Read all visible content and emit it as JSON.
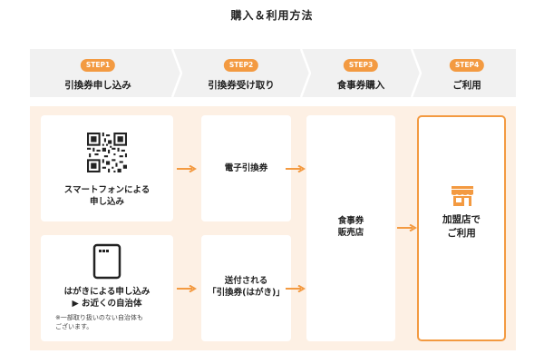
{
  "page_title": "購入＆利用方法",
  "steps": [
    {
      "badge": "STEP1",
      "label": "引換券申し込み"
    },
    {
      "badge": "STEP2",
      "label": "引換券受け取り"
    },
    {
      "badge": "STEP3",
      "label": "食事券購入"
    },
    {
      "badge": "STEP4",
      "label": "ご利用"
    }
  ],
  "flow": {
    "smartphone_line1": "スマートフォンによる",
    "smartphone_line2": "申し込み",
    "postcard_line1": "はがきによる申し込み",
    "postcard_line2": "▶ お近くの自治体",
    "postcard_note_line1": "※一部取り扱いのない自治体も",
    "postcard_note_line2": "ございます。",
    "digital_voucher": "電子引換券",
    "mailed_line1": "送付される",
    "mailed_line2": "「引換券(はがき)」",
    "shop_line1": "食事券",
    "shop_line2": "販売店",
    "final_line1": "加盟店で",
    "final_line2": "ご利用"
  },
  "colors": {
    "accent": "#f39a41",
    "panel_bg": "#fdf0e4",
    "step_bar_bg": "#f1f1f1"
  },
  "icons": [
    "qr-code-icon",
    "postcard-icon",
    "storefront-icon",
    "arrow-right-icon"
  ]
}
